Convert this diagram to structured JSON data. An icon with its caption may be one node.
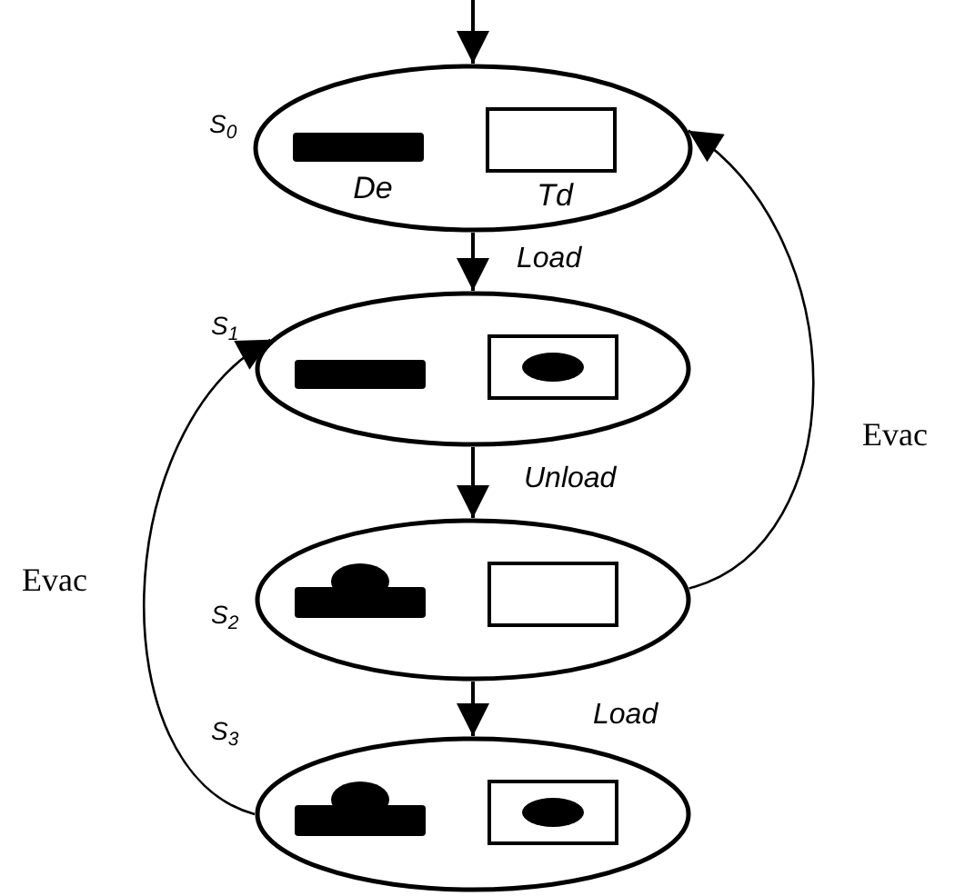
{
  "diagram": {
    "nodes": [
      {
        "text": [
          "De",
          "Td"
        ],
        "beside": [
          "S$_{0}$"
        ]
      },
      {
        "text": [],
        "shape": "ellipse",
        "beside": [
          "S$_{1}$"
        ]
      },
      {
        "text": [],
        "shape": "ellipse",
        "beside": [
          "S$_{2}$"
        ]
      },
      {
        "text": [],
        "shape": "ellipse",
        "beside": [
          "S$_{3}$"
        ]
      }
    ],
    "edges": [
      {
        "from": null,
        "to": 0,
        "arrow": "to"
      },
      {
        "from": 0,
        "to": 1,
        "arrow": "to",
        "label": "Load"
      },
      {
        "from": 1,
        "to": 2,
        "arrow": "to",
        "label": "Unload"
      },
      {
        "from": 2,
        "to": 3,
        "arrow": "to",
        "label": "Load"
      },
      {
        "from": 2,
        "to": 0,
        "arrow": "to",
        "label": "Evac"
      },
      {
        "from": 3,
        "to": 1,
        "arrow": "to",
        "label": "Evac"
      }
    ]
  }
}
